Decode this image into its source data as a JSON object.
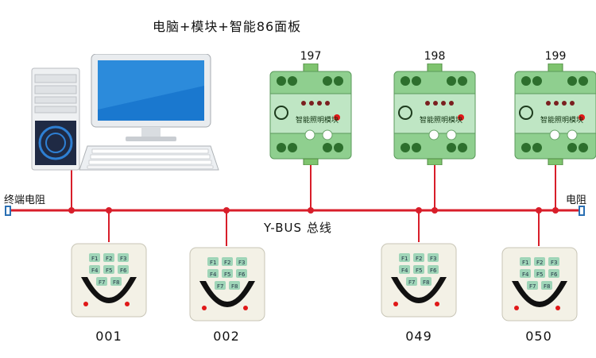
{
  "title": "电脑+模块+智能86面板",
  "bus_label": "Y-BUS 总线",
  "left_terminal_label": "终端电阻",
  "right_terminal_label": "电阻",
  "colors": {
    "bus": "#d81e2a",
    "module_body": "#8fcf8f",
    "panel_body": "#f3f1e6",
    "panel_button": "#9fd5b8",
    "arc": "#111111",
    "led": "#e01818",
    "terminal": "#2a6fb3"
  },
  "modules": [
    {
      "number": "197",
      "label": "智能照明模块"
    },
    {
      "number": "198",
      "label": "智能照明模块"
    },
    {
      "number": "199",
      "label": "智能照明模块"
    }
  ],
  "panels": [
    {
      "number": "001",
      "keys": [
        "F1",
        "F2",
        "F3",
        "F4",
        "F5",
        "F6",
        "F7",
        "F8"
      ]
    },
    {
      "number": "002",
      "keys": [
        "F1",
        "F2",
        "F3",
        "F4",
        "F5",
        "F6",
        "F7",
        "F8"
      ]
    },
    {
      "number": "049",
      "keys": [
        "F1",
        "F2",
        "F3",
        "F4",
        "F5",
        "F6",
        "F7",
        "F8"
      ]
    },
    {
      "number": "050",
      "keys": [
        "F1",
        "F2",
        "F3",
        "F4",
        "F5",
        "F6",
        "F7",
        "F8"
      ]
    }
  ],
  "icons": {
    "computer": "desktop-computer-icon",
    "module_logo": "company-logo-icon"
  }
}
